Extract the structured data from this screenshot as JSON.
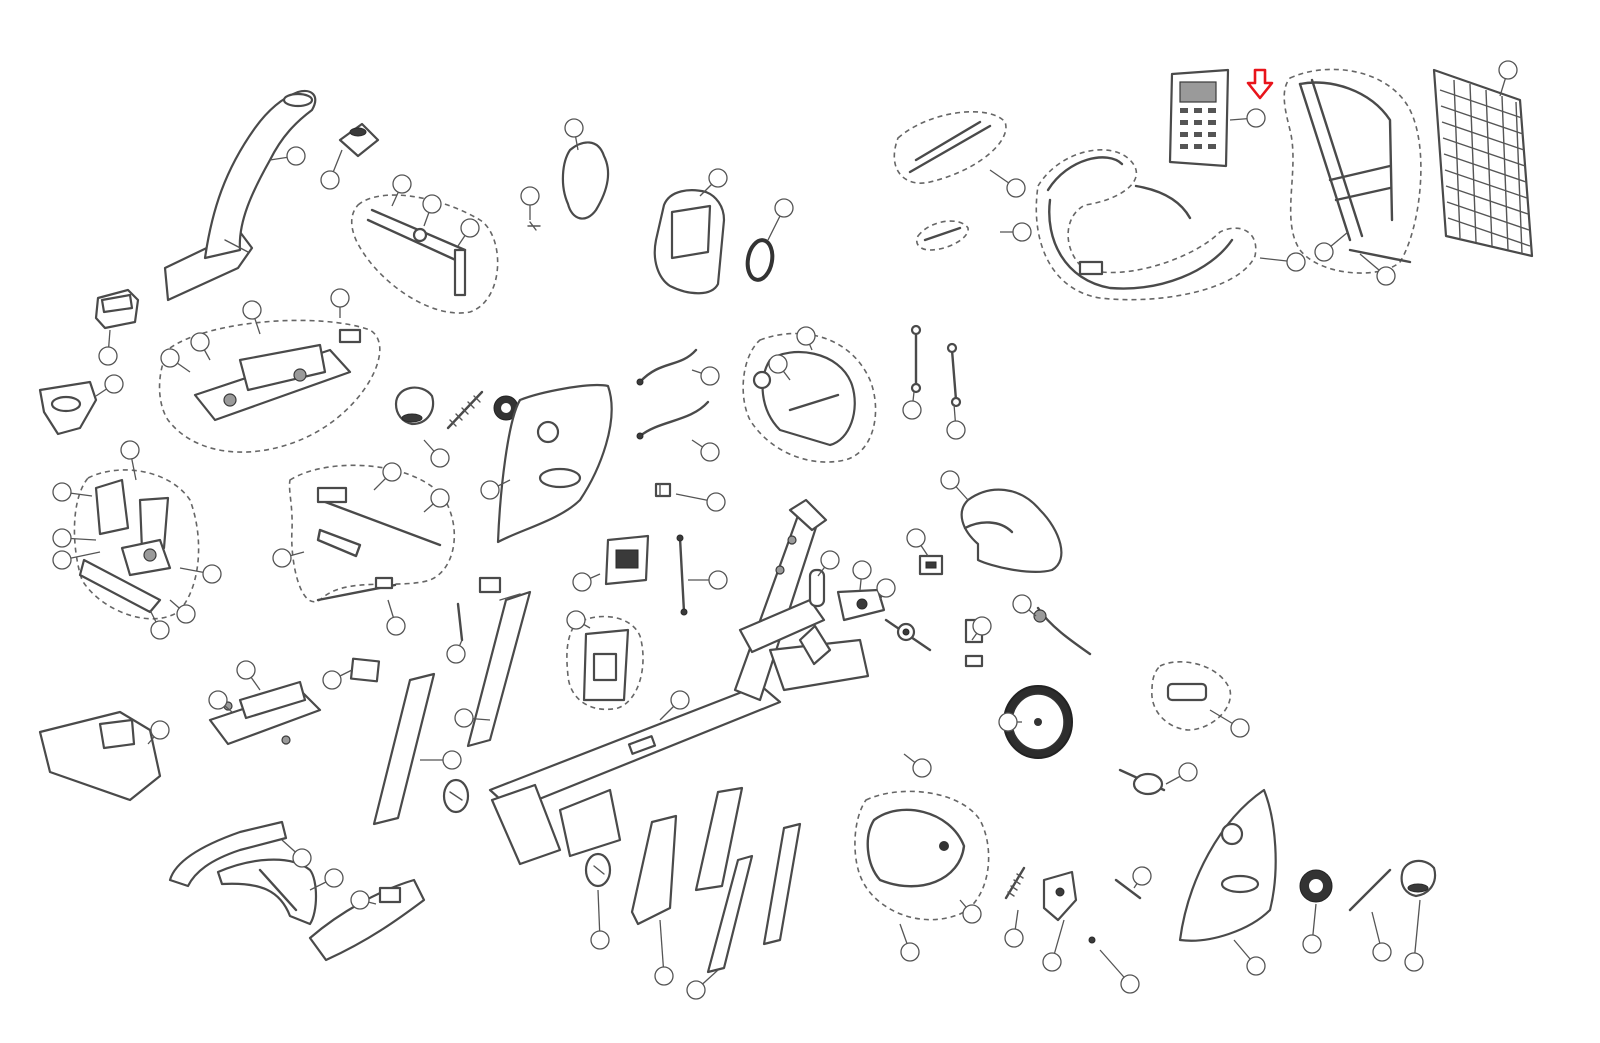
{
  "diagram": {
    "highlight": {
      "icon": "down-arrow-icon",
      "color": "#e8141b"
    },
    "line_color": "#4a4a4a",
    "background": "#ffffff",
    "callouts": [
      {
        "id": "c01",
        "label": ""
      },
      {
        "id": "c02",
        "label": ""
      },
      {
        "id": "c03",
        "label": ""
      },
      {
        "id": "c04",
        "label": ""
      },
      {
        "id": "c05",
        "label": ""
      },
      {
        "id": "c06",
        "label": ""
      },
      {
        "id": "c07",
        "label": ""
      },
      {
        "id": "c08",
        "label": ""
      },
      {
        "id": "c09",
        "label": ""
      },
      {
        "id": "c10",
        "label": ""
      },
      {
        "id": "c11",
        "label": ""
      },
      {
        "id": "c12",
        "label": ""
      },
      {
        "id": "c13",
        "label": ""
      },
      {
        "id": "c14",
        "label": ""
      },
      {
        "id": "c15",
        "label": ""
      },
      {
        "id": "c16",
        "label": ""
      },
      {
        "id": "c17",
        "label": ""
      },
      {
        "id": "c18",
        "label": ""
      },
      {
        "id": "c19",
        "label": ""
      },
      {
        "id": "c20",
        "label": ""
      },
      {
        "id": "c21",
        "label": ""
      },
      {
        "id": "c22",
        "label": ""
      },
      {
        "id": "c23",
        "label": ""
      },
      {
        "id": "c24",
        "label": ""
      },
      {
        "id": "c25",
        "label": ""
      },
      {
        "id": "c26",
        "label": ""
      },
      {
        "id": "c27",
        "label": ""
      },
      {
        "id": "c28",
        "label": ""
      },
      {
        "id": "c29",
        "label": ""
      },
      {
        "id": "c30",
        "label": ""
      },
      {
        "id": "c31",
        "label": ""
      },
      {
        "id": "c32",
        "label": ""
      },
      {
        "id": "c33",
        "label": ""
      },
      {
        "id": "c34",
        "label": ""
      },
      {
        "id": "c35",
        "label": ""
      },
      {
        "id": "c36",
        "label": ""
      },
      {
        "id": "c37",
        "label": ""
      },
      {
        "id": "c38",
        "label": ""
      },
      {
        "id": "c39",
        "label": ""
      },
      {
        "id": "c40",
        "label": ""
      },
      {
        "id": "c41",
        "label": ""
      },
      {
        "id": "c42",
        "label": ""
      },
      {
        "id": "c43",
        "label": ""
      },
      {
        "id": "c44",
        "label": ""
      },
      {
        "id": "c45",
        "label": ""
      },
      {
        "id": "c46",
        "label": ""
      },
      {
        "id": "c47",
        "label": ""
      },
      {
        "id": "c48",
        "label": ""
      },
      {
        "id": "c49",
        "label": ""
      },
      {
        "id": "c50",
        "label": ""
      },
      {
        "id": "c51",
        "label": ""
      },
      {
        "id": "c52",
        "label": ""
      },
      {
        "id": "c53",
        "label": ""
      },
      {
        "id": "c54",
        "label": ""
      },
      {
        "id": "c55",
        "label": ""
      },
      {
        "id": "c56",
        "label": ""
      },
      {
        "id": "c57",
        "label": ""
      },
      {
        "id": "c58",
        "label": ""
      },
      {
        "id": "c59",
        "label": ""
      },
      {
        "id": "c60",
        "label": ""
      },
      {
        "id": "c61",
        "label": ""
      },
      {
        "id": "c62",
        "label": ""
      },
      {
        "id": "c63",
        "label": ""
      },
      {
        "id": "c64",
        "label": ""
      },
      {
        "id": "c65",
        "label": ""
      },
      {
        "id": "c66",
        "label": ""
      },
      {
        "id": "c67",
        "label": ""
      },
      {
        "id": "c68",
        "label": ""
      },
      {
        "id": "c69",
        "label": ""
      },
      {
        "id": "c70",
        "label": ""
      },
      {
        "id": "c71",
        "label": ""
      },
      {
        "id": "c72",
        "label": ""
      },
      {
        "id": "c73",
        "label": ""
      },
      {
        "id": "c74",
        "label": ""
      },
      {
        "id": "c75",
        "label": ""
      },
      {
        "id": "c76",
        "label": ""
      },
      {
        "id": "c77",
        "label": ""
      },
      {
        "id": "c78",
        "label": ""
      },
      {
        "id": "c79",
        "label": ""
      },
      {
        "id": "c80",
        "label": ""
      }
    ]
  }
}
